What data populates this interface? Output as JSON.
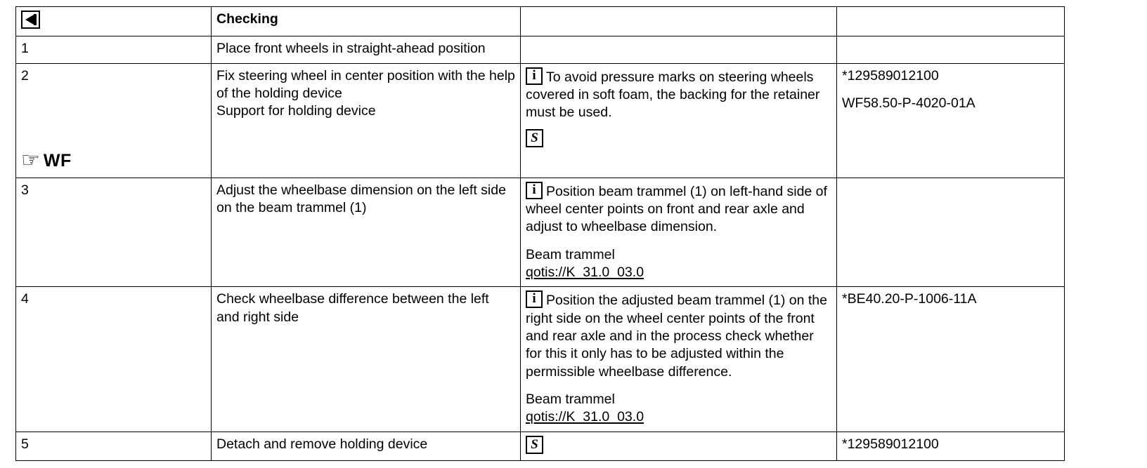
{
  "table": {
    "columns": [
      "item",
      "task",
      "note",
      "reference"
    ],
    "header": {
      "back_icon": "back-arrow-icon",
      "title": "Checking",
      "note": "",
      "reference": ""
    },
    "rows": [
      {
        "item": "1",
        "task": "Place front wheels in straight-ahead position",
        "note": "",
        "reference": ""
      },
      {
        "item": "2",
        "item_marker_icon": "pointing-hand-icon",
        "item_marker_label": "WF",
        "task": "Fix steering wheel in center position with the help of the holding device",
        "task_secondary": "Support for holding device",
        "note_icon": "info-icon",
        "note": "To avoid pressure marks on steering wheels covered in soft foam, the backing for the retainer must be used.",
        "note_tool_icon": "special-tool-icon",
        "reference_lines": [
          "*129589012100",
          "WF58.50-P-4020-01A"
        ]
      },
      {
        "item": "3",
        "task": "Adjust the wheelbase dimension on the left side on the beam trammel (1)",
        "note_icon": "info-icon",
        "note": "Position beam trammel (1) on left-hand side of wheel center points on front and rear axle and adjust to wheelbase dimension.",
        "note_tool_name": "Beam trammel",
        "note_link": "qotis://K_31.0_03.0",
        "reference_lines": []
      },
      {
        "item": "4",
        "task": "Check wheelbase difference between the left and right side",
        "note_icon": "info-icon",
        "note": "Position the adjusted beam trammel (1) on the right side on the wheel center points of the front and rear axle and in the process check whether for this it only has to be adjusted within the permissible wheelbase difference.",
        "note_tool_name": "Beam trammel",
        "note_link": "qotis://K_31.0_03.0",
        "reference_lines": [
          "*BE40.20-P-1006-11A"
        ]
      },
      {
        "item": "5",
        "task": "Detach and remove holding device",
        "note_tool_icon": "special-tool-icon",
        "note": "",
        "reference_lines": [
          "*129589012100"
        ]
      }
    ]
  },
  "icons": {
    "back_arrow_glyph": "",
    "info_glyph": "i",
    "tool_glyph": "S",
    "hand_glyph": "☞"
  },
  "colors": {
    "background": "#ffffff",
    "text": "#000000",
    "border": "#000000"
  }
}
